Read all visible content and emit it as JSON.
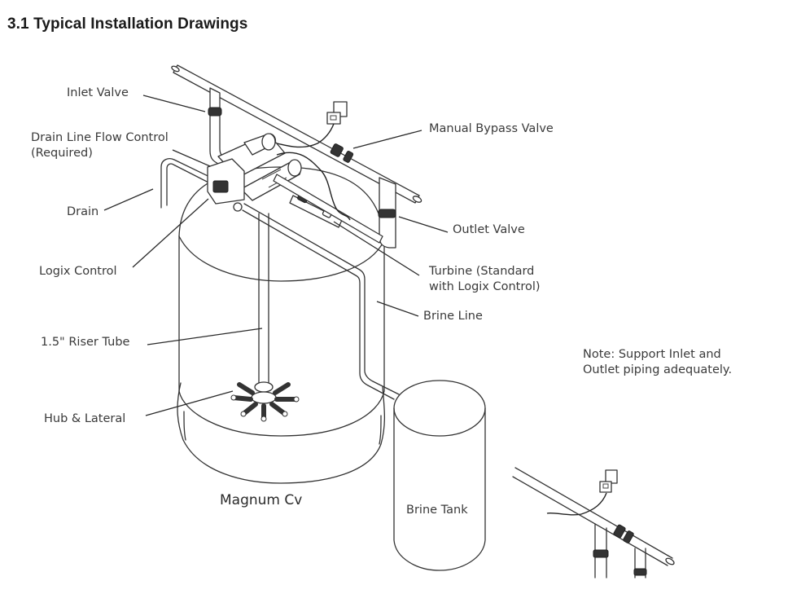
{
  "heading": "3.1 Typical Installation Drawings",
  "labels": {
    "inlet_valve": "Inlet Valve",
    "drain_line_flow_control": "Drain Line Flow Control\n(Required)",
    "drain": "Drain",
    "logix_control": "Logix Control",
    "riser_tube": "1.5\" Riser Tube",
    "hub_lateral": "Hub & Lateral",
    "manual_bypass_valve": "Manual Bypass Valve",
    "outlet_valve": "Outlet Valve",
    "turbine": "Turbine (Standard\nwith Logix Control)",
    "brine_line": "Brine Line",
    "note": "Note: Support Inlet and\nOutlet piping adequately.",
    "model_name": "Magnum Cv",
    "brine_tank": "Brine Tank"
  }
}
